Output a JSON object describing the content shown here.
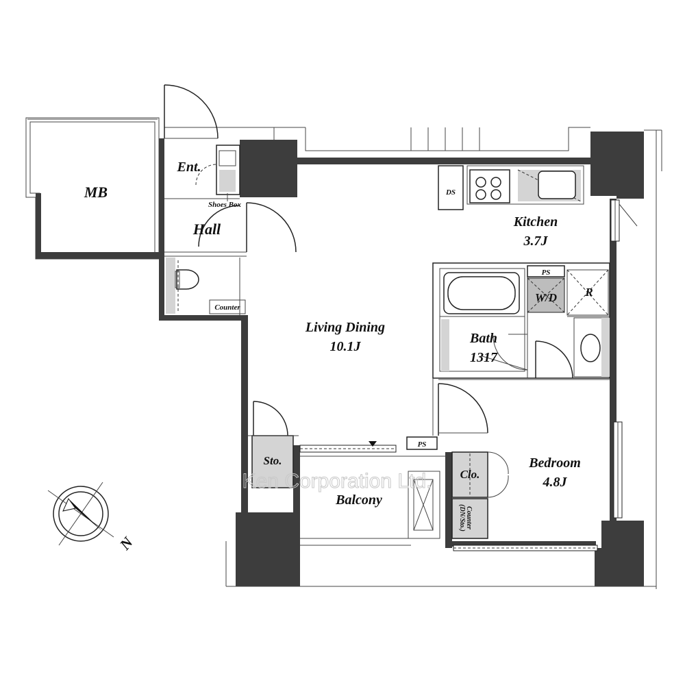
{
  "rooms": {
    "mb": "MB",
    "entrance": "Ent.",
    "shoes_box": "Shoes Box",
    "hall": "Hall",
    "counter_toilet": "Counter",
    "living_dining": {
      "name": "Living Dining",
      "size": "10.1J"
    },
    "kitchen": {
      "name": "Kitchen",
      "size": "3.7J"
    },
    "ds": "DS",
    "ps_top": "PS",
    "wd": "W/D",
    "refrigerator": "R",
    "bath": {
      "name": "Bath",
      "size": "1317"
    },
    "bedroom": {
      "name": "Bedroom",
      "size": "4.8J"
    },
    "closet": "Clo.",
    "counter_bedroom": {
      "line1": "Counter",
      "line2": "(DN/Sto.)"
    },
    "storage": "Sto.",
    "ps_bottom": "PS",
    "balcony": "Balcony"
  },
  "compass": {
    "label": "N"
  },
  "watermark": "Ken Corporation Ltd."
}
